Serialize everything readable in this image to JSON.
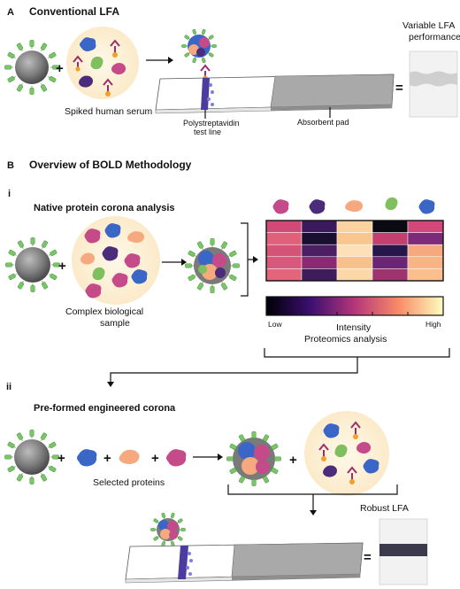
{
  "panel_a": {
    "letter": "A",
    "title": "Conventional LFA",
    "serum_label": "Spiked human serum",
    "test_line_label_1": "Polystreptavidin",
    "test_line_label_2": "test line",
    "pad_label": "Absorbent pad",
    "result_label_1": "Variable LFA",
    "result_label_2": "performance",
    "plus": "+",
    "equals": "="
  },
  "panel_b": {
    "letter": "B",
    "title": "Overview of BOLD Methodology",
    "step_i": {
      "numeral": "i",
      "title": "Native protein corona analysis",
      "sample_label_1": "Complex biological",
      "sample_label_2": "sample",
      "plus": "+"
    },
    "heatmap": {
      "scale_low": "Low",
      "scale_high": "High",
      "scale_title": "Intensity",
      "analysis_label": "Proteomics analysis",
      "cells": [
        [
          "#d04a78",
          "#3a1a5c",
          "#fbd2a0",
          "#0a0a12",
          "#d1487a"
        ],
        [
          "#e0607a",
          "#18102e",
          "#f9c690",
          "#c23f6f",
          "#7c2a7a"
        ],
        [
          "#d45478",
          "#4c1f63",
          "#fde0b8",
          "#26164a",
          "#f6a87e"
        ],
        [
          "#d8577b",
          "#8a2a73",
          "#f8c08a",
          "#6a2575",
          "#f8b486"
        ],
        [
          "#e2657c",
          "#3e1b5a",
          "#fcd7a8",
          "#9e346f",
          "#fbbf8d"
        ]
      ]
    },
    "step_ii": {
      "numeral": "ii",
      "title": "Pre-formed engineered corona",
      "selected_label": "Selected proteins",
      "plus": "+",
      "result_label": "Robust LFA",
      "equals": "="
    }
  },
  "colors": {
    "accent_purple": "#4b3ca0",
    "strip_gray": "#a8a8a8",
    "nanoparticle": "#7a7a7a",
    "ligand_green": "#7ac46a",
    "cream_circle": "#fdf3dc"
  }
}
